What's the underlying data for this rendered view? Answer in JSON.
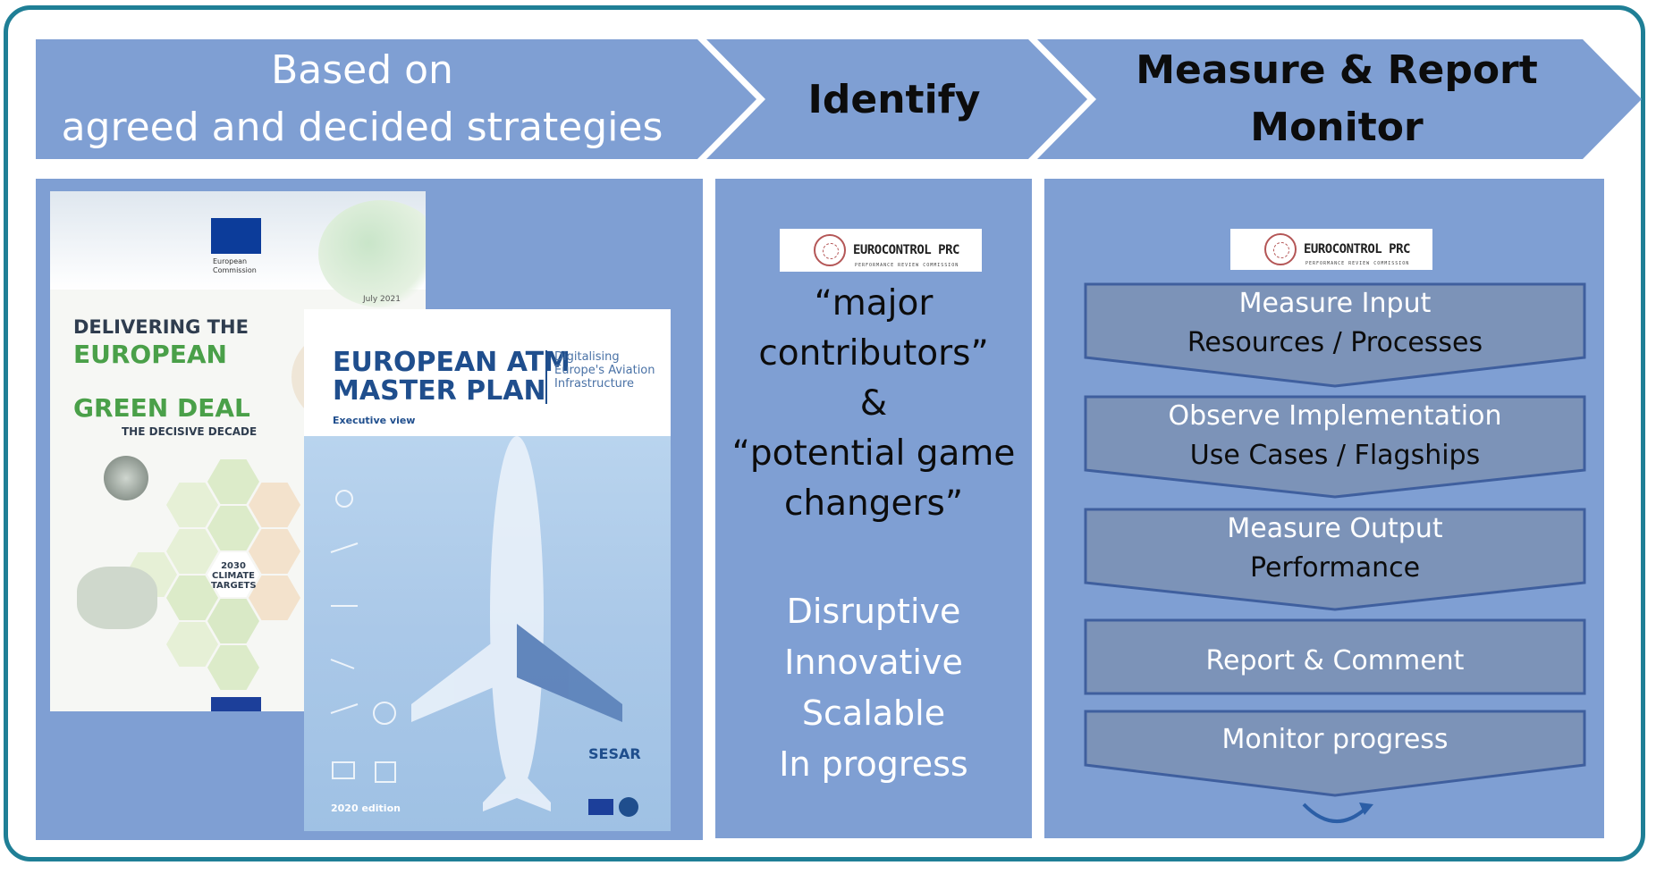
{
  "header": {
    "col1_line1": "Based on",
    "col1_line2": "agreed and decided strategies",
    "col2": "Identify",
    "col3_line1": "Measure & Report",
    "col3_line2": "Monitor"
  },
  "documents": {
    "green_deal": {
      "publisher": "European Commission",
      "date": "July 2021",
      "title_line1": "DELIVERING THE",
      "title_line2": "EUROPEAN",
      "title_line3": "GREEN DEAL",
      "subtitle": "THE DECISIVE DECADE",
      "center_hex": "2030 CLIMATE TARGETS"
    },
    "atm_master_plan": {
      "title_line1": "EUROPEAN ATM",
      "title_line2": "MASTER PLAN",
      "subtitle": "Digitalising Europe's Aviation Infrastructure",
      "view": "Executive view",
      "edition": "2020 edition",
      "brand": "SESAR"
    }
  },
  "logo": {
    "text": "EUROCONTROL PRC",
    "subtext": "PERFORMANCE REVIEW COMMISSION"
  },
  "identify": {
    "quote_line1": "“major",
    "quote_line2": "contributors”",
    "quote_line3": "&",
    "quote_line4": "“potential game",
    "quote_line5": "changers”",
    "attributes": [
      "Disruptive",
      "Innovative",
      "Scalable",
      "In progress"
    ]
  },
  "steps": [
    {
      "line1": "Measure Input",
      "line2": "Resources / Processes"
    },
    {
      "line1": "Observe Implementation",
      "line2": "Use Cases / Flagships"
    },
    {
      "line1": "Measure Output",
      "line2": "Performance"
    },
    {
      "line1": "Report & Comment",
      "line2": ""
    },
    {
      "line1": "Monitor progress",
      "line2": ""
    }
  ],
  "colors": {
    "frame": "#1f7f96",
    "panel": "#7f9fd3",
    "step_fill": "#7c93b8",
    "step_stroke": "#3f5f9e"
  }
}
